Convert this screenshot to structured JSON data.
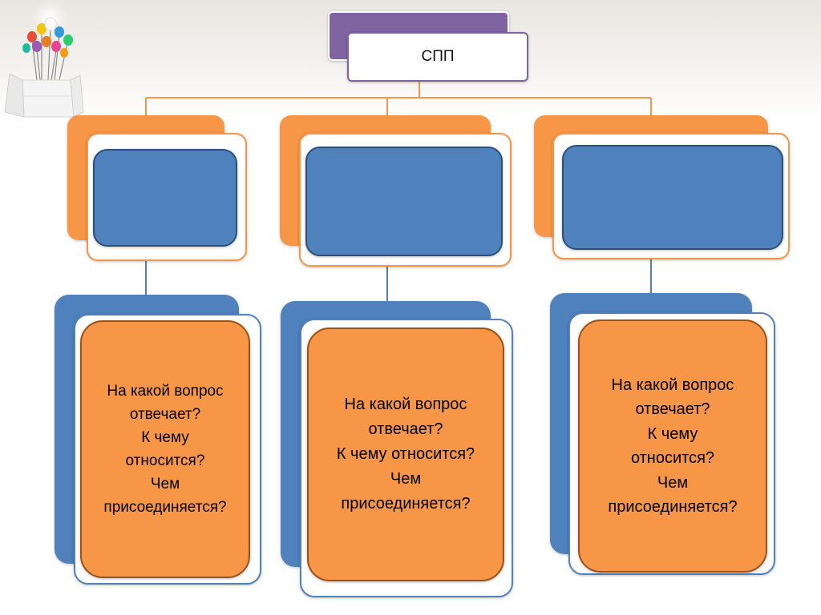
{
  "diagram": {
    "root_label": "СПП",
    "column1_lines": [
      "На какой вопрос",
      "отвечает?",
      "К чему",
      "относится?",
      "Чем",
      "присоединяется?"
    ],
    "column2_lines": [
      "На какой вопрос",
      "отвечает?",
      "К чему относится?",
      "Чем",
      "присоединяется?"
    ],
    "column3_lines": [
      "На какой вопрос",
      "отвечает?",
      "К чему",
      "относится?",
      "Чем",
      "присоединяется?"
    ]
  },
  "colors": {
    "purple": "#8064a2",
    "orange": "#f79646",
    "blue": "#4f81bd",
    "connector": "#f79646",
    "connector_blue": "#4f81bd"
  },
  "icons": {
    "decoration": "lightbulbs-in-box-icon"
  }
}
